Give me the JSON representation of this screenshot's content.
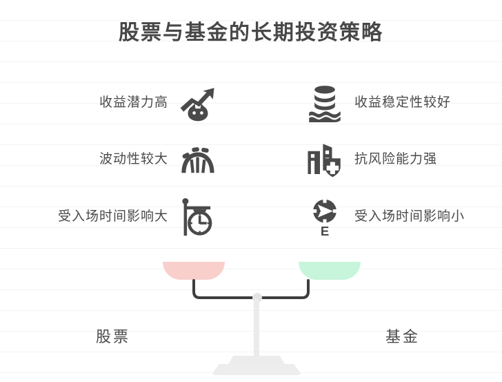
{
  "title": "股票与基金的长期投资策略",
  "theme": {
    "text_color": "#4a4a4a",
    "title_color": "#474747",
    "icon_color": "#4a4a4a",
    "left_pan_color": "#F9CFCC",
    "right_pan_color": "#C6F5DB",
    "beam_color": "#3d3d3d",
    "stand_color": "#ececec",
    "rule_line_color": "#f2f3f5",
    "background": "#ffffff"
  },
  "left_column": {
    "category": "股票",
    "features": [
      {
        "label": "收益潜力高",
        "icon": "bull-rising-arrow-icon"
      },
      {
        "label": "波动性较大",
        "icon": "roller-coaster-icon"
      },
      {
        "label": "受入场时间影响大",
        "icon": "hanging-station-clock-icon"
      }
    ]
  },
  "right_column": {
    "category": "基金",
    "features": [
      {
        "label": "收益稳定性较好",
        "icon": "coin-stack-waves-icon"
      },
      {
        "label": "抗风险能力强",
        "icon": "hospital-shield-plus-icon"
      },
      {
        "label": "受入场时间影响小",
        "icon": "compass-east-icon"
      }
    ]
  }
}
